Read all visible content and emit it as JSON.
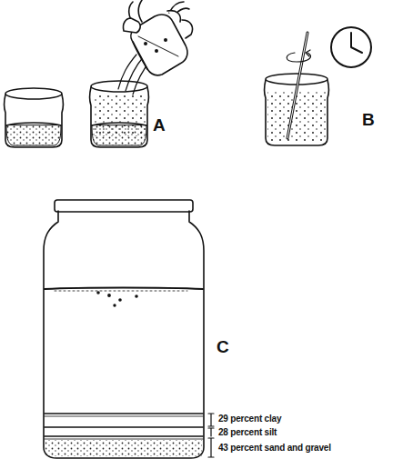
{
  "diagram": {
    "labels": [
      "A",
      "B",
      "C",
      "29 percent clay",
      "28 percent silt",
      "43 percent sand and gravel"
    ]
  }
}
